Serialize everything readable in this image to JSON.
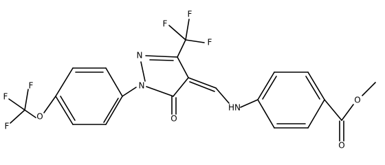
{
  "structure": {
    "labels": {
      "F1": "F",
      "F2": "F",
      "F3": "F",
      "N1": "N",
      "N2": "N",
      "O_ring": "O",
      "NH": "HN",
      "F4": "F",
      "F5": "F",
      "F6": "F",
      "O_ether": "O",
      "O_ester": "O",
      "O_carbonyl": "O"
    }
  }
}
